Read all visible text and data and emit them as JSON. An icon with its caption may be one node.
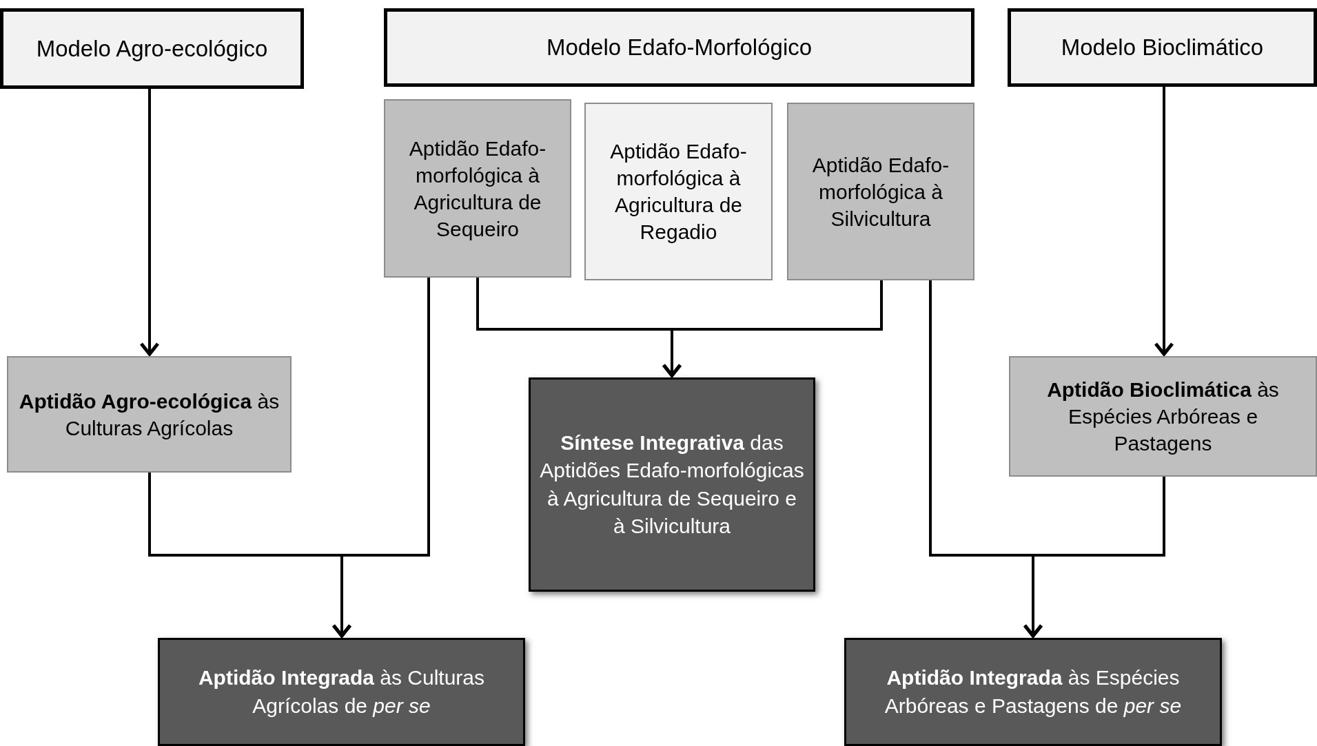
{
  "diagram": {
    "nodes": [
      {
        "text": [
          "Modelo Agro-ecológico"
        ]
      },
      {
        "text": [
          "Modelo Edafo-Morfológico"
        ]
      },
      {
        "text": [
          "Modelo Bioclimático"
        ]
      },
      {
        "text": [
          "Aptidão Edafo-morfológica à Agricultura de Sequeiro"
        ]
      },
      {
        "text": [
          "Aptidão Edafo-morfológica à Agricultura de Regadio"
        ]
      },
      {
        "text": [
          "Aptidão Edafo-morfológica à Silvicultura"
        ]
      },
      {
        "text": [
          "**Aptidão Agro-ecológica** às Culturas Agrícolas"
        ]
      },
      {
        "text": [
          "**Síntese Integrativa** das Aptidões Edafo-morfológicas à Agricultura de Sequeiro e à Silvicultura"
        ]
      },
      {
        "text": [
          "**Aptidão Bioclimática** às Espécies Arbóreas e Pastagens"
        ]
      },
      {
        "text": [
          "**Aptidão Integrada** às Culturas Agrícolas de *per se*"
        ]
      },
      {
        "text": [
          "**Aptidão Integrada** às Espécies Arbóreas e Pastagens de *per se*"
        ]
      }
    ],
    "edges": [
      {
        "from": 0,
        "to": 6,
        "arrow": "to"
      },
      {
        "from": 2,
        "to": 8,
        "arrow": "to"
      },
      {
        "from": 3,
        "to": 7,
        "arrow": "to"
      },
      {
        "from": 5,
        "to": 7,
        "arrow": "to"
      },
      {
        "from": 6,
        "to": 9,
        "arrow": "to"
      },
      {
        "from": 3,
        "to": 9,
        "arrow": "to"
      },
      {
        "from": 5,
        "to": 10,
        "arrow": "to"
      },
      {
        "from": 8,
        "to": 10,
        "arrow": "to"
      }
    ]
  }
}
